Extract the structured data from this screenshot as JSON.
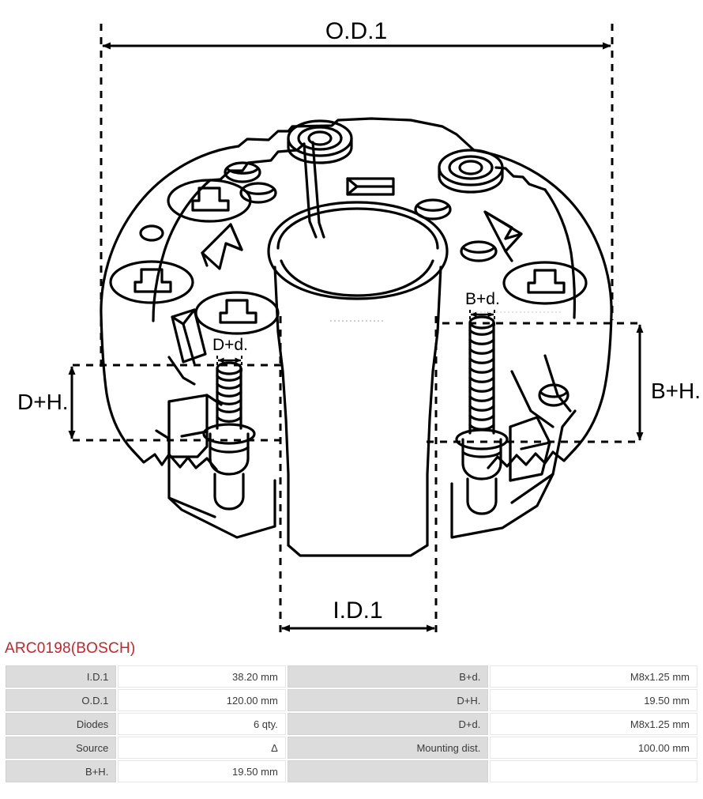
{
  "part": {
    "code": "ARC0198(BOSCH)",
    "code_color": "#cc2229"
  },
  "drawing": {
    "title": "Rectifier exploded dimension drawing",
    "dimension_labels": {
      "od1": "O.D.1",
      "id1": "I.D.1",
      "dh": "D+H.",
      "dd": "D+d.",
      "bh": "B+H.",
      "bd": "B+d."
    },
    "line_color": "#000000",
    "background": "#ffffff"
  },
  "spec_table": {
    "rows": [
      {
        "left_label": "I.D.1",
        "left_value": "38.20 mm",
        "right_label": "B+d.",
        "right_value": "M8x1.25 mm"
      },
      {
        "left_label": "O.D.1",
        "left_value": "120.00 mm",
        "right_label": "D+H.",
        "right_value": "19.50 mm"
      },
      {
        "left_label": "Diodes",
        "left_value": "6 qty.",
        "right_label": "D+d.",
        "right_value": "M8x1.25 mm"
      },
      {
        "left_label": "Source",
        "left_value": "Δ",
        "right_label": "Mounting dist.",
        "right_value": "100.00 mm"
      },
      {
        "left_label": "B+H.",
        "left_value": "19.50 mm",
        "right_label": "",
        "right_value": ""
      }
    ]
  }
}
